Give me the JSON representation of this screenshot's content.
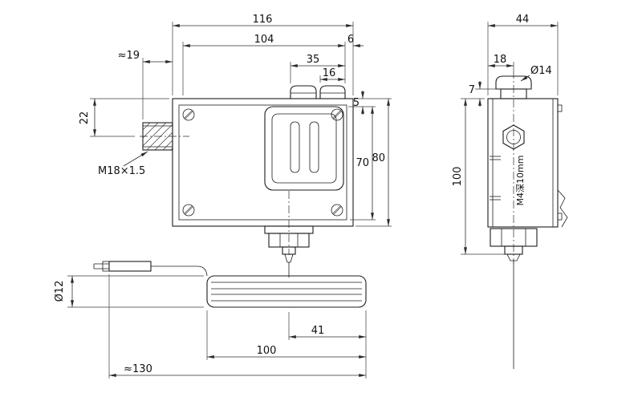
{
  "front_view": {
    "d116": "116",
    "d104": "104",
    "d6": "6",
    "d35": "35",
    "d16": "16",
    "d19": "≈19",
    "d22": "22",
    "thread": "M18×1.5",
    "d5": "5",
    "d70": "70",
    "d80": "80",
    "dia12": "Ø12",
    "d41": "41",
    "d100": "100",
    "d130": "≈130"
  },
  "side_view": {
    "d44": "44",
    "d18": "18",
    "dia14": "Ø14",
    "d7": "7",
    "d100": "100",
    "tap": "M4深10mm"
  }
}
